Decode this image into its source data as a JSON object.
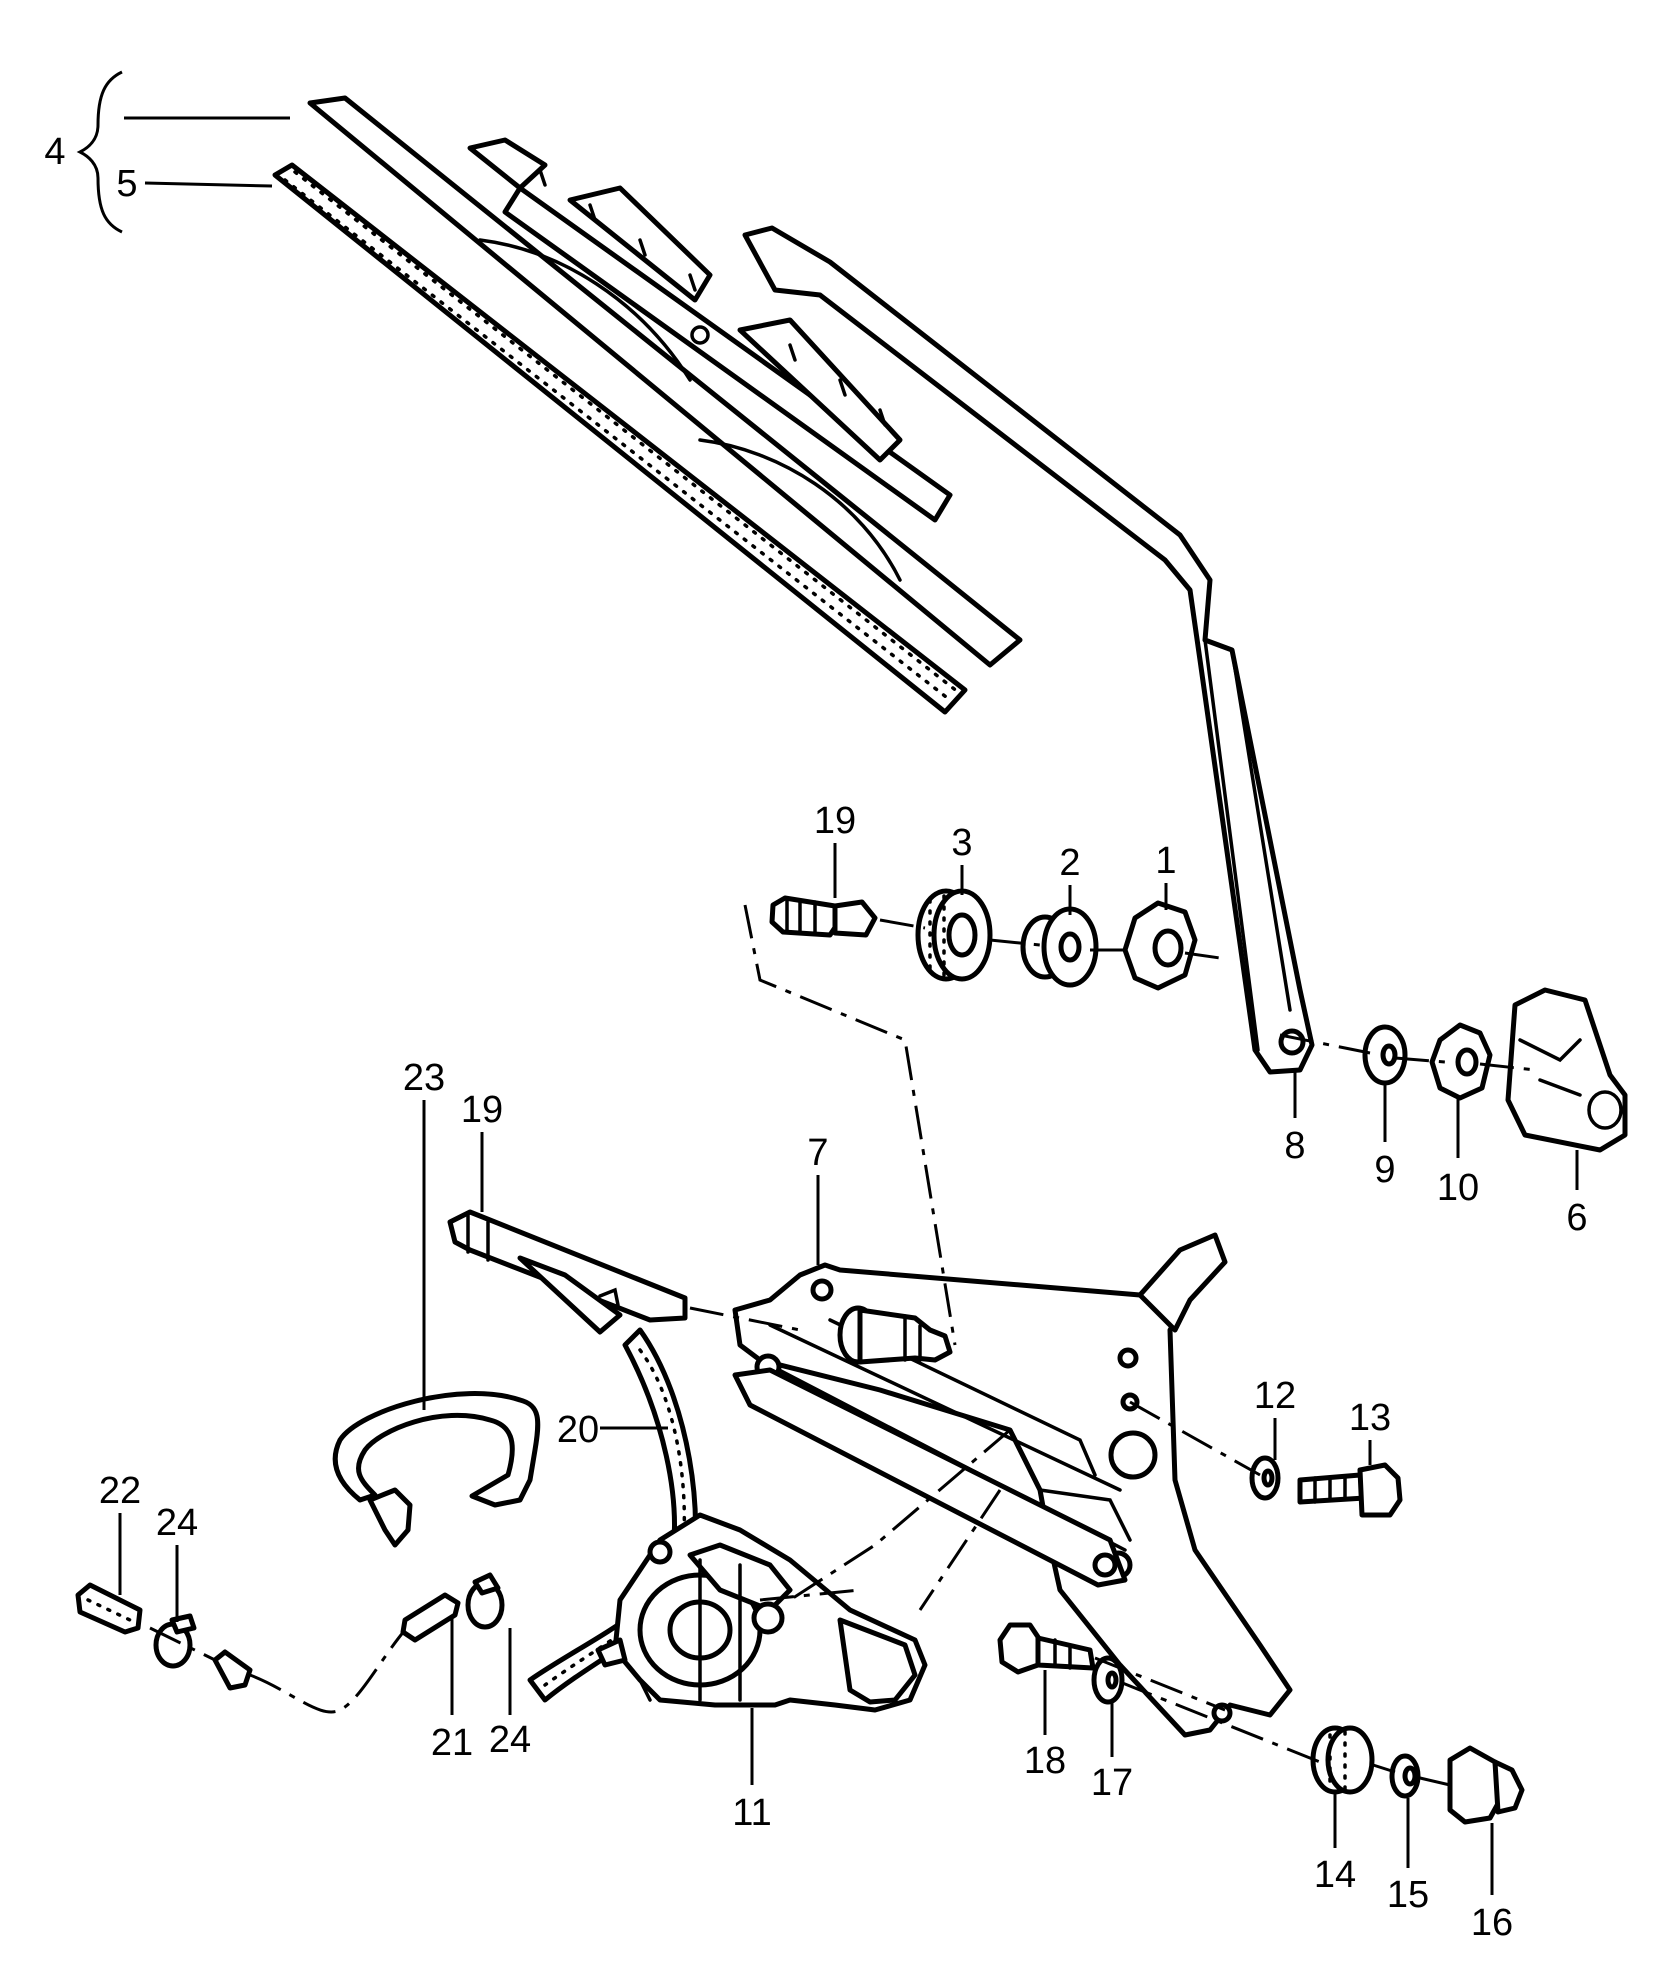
{
  "callouts": {
    "c1": "1",
    "c2": "2",
    "c3": "3",
    "c4": "4",
    "c5": "5",
    "c6": "6",
    "c7": "7",
    "c8": "8",
    "c9": "9",
    "c10": "10",
    "c11": "11",
    "c12": "12",
    "c13": "13",
    "c14": "14",
    "c15": "15",
    "c16": "16",
    "c17": "17",
    "c18": "18",
    "c19a": "19",
    "c19b": "19",
    "c20": "20",
    "c21": "21",
    "c22": "22",
    "c23": "23",
    "c24a": "24",
    "c24b": "24"
  }
}
